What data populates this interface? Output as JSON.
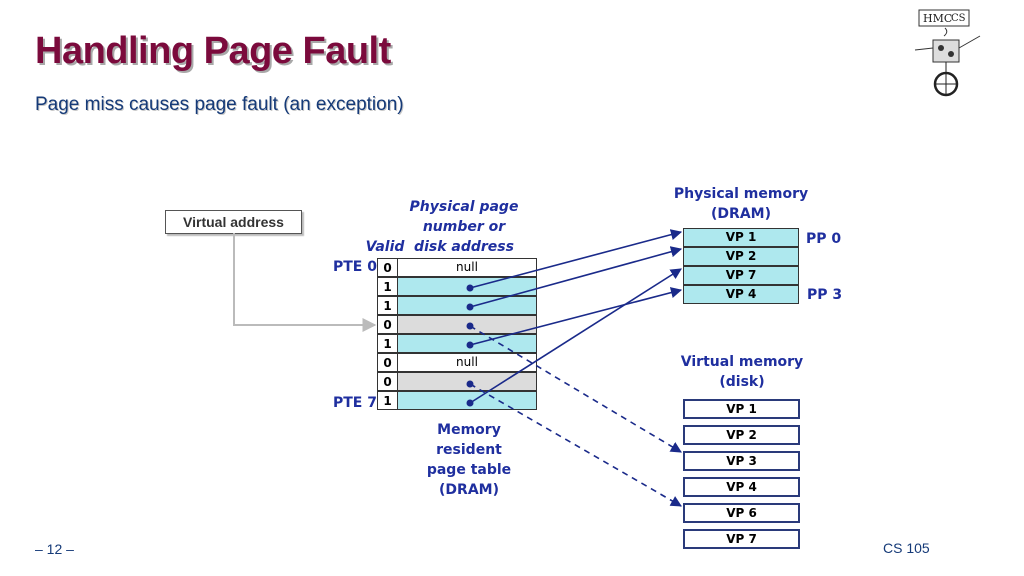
{
  "slide": {
    "title": "Handling Page Fault",
    "subtitle": "Page miss causes page fault (an exception)",
    "page_number": "– 12 –",
    "course": "CS 105"
  },
  "logo": {
    "text": "HMC CS"
  },
  "virtual_address": {
    "label": "Virtual address"
  },
  "page_table": {
    "header_ppn_line1": "Physical page",
    "header_ppn_line2": "number or",
    "header_ppn_line3": "disk address",
    "header_valid": "Valid",
    "pte_first": "PTE 0",
    "pte_last": "PTE 7",
    "caption_line1": "Memory resident",
    "caption_line2": "page table",
    "caption_line3": "(DRAM)",
    "rows": [
      {
        "valid": "0",
        "addr": "null",
        "kind": "white"
      },
      {
        "valid": "1",
        "addr": "",
        "kind": "cyan"
      },
      {
        "valid": "1",
        "addr": "",
        "kind": "cyan"
      },
      {
        "valid": "0",
        "addr": "",
        "kind": "gray"
      },
      {
        "valid": "1",
        "addr": "",
        "kind": "cyan"
      },
      {
        "valid": "0",
        "addr": "null",
        "kind": "white"
      },
      {
        "valid": "0",
        "addr": "",
        "kind": "gray"
      },
      {
        "valid": "1",
        "addr": "",
        "kind": "cyan"
      }
    ]
  },
  "physical_memory": {
    "title_line1": "Physical memory",
    "title_line2": "(DRAM)",
    "pp_first": "PP 0",
    "pp_last": "PP 3",
    "pages": [
      "VP 1",
      "VP 2",
      "VP 7",
      "VP 4"
    ]
  },
  "virtual_memory": {
    "title_line1": "Virtual memory",
    "title_line2": "(disk)",
    "pages": [
      "VP 1",
      "VP 2",
      "VP 3",
      "VP 4",
      "VP 6",
      "VP 7"
    ]
  }
}
